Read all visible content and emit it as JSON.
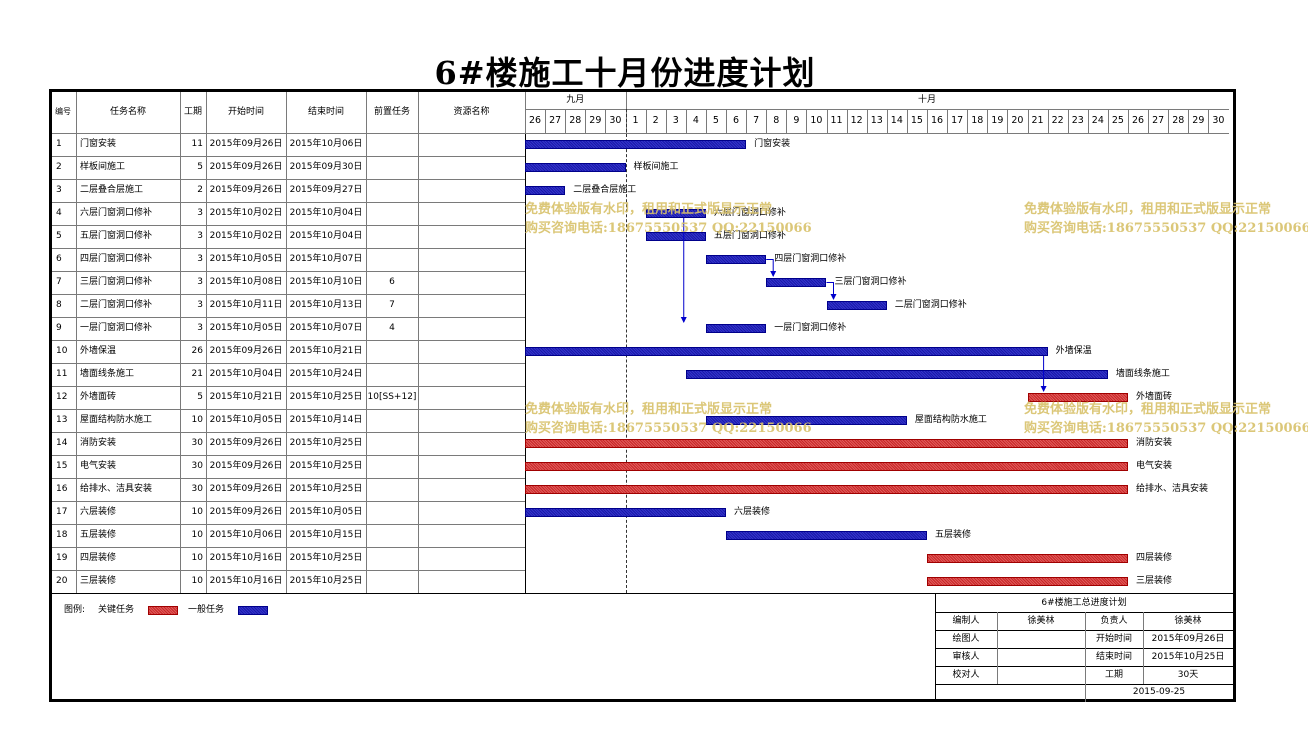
{
  "title": "6#楼施工十月份进度计划",
  "table": {
    "headers": {
      "id": "编号",
      "name": "任务名称",
      "dur": "工期",
      "start": "开始时间",
      "end": "结束时间",
      "pred": "前置任务",
      "res": "资源名称"
    },
    "rows": [
      {
        "id": "1",
        "name": "门窗安装",
        "dur": "11",
        "start": "2015年09月26日",
        "end": "2015年10月06日",
        "pred": "",
        "res": ""
      },
      {
        "id": "2",
        "name": "样板间施工",
        "dur": "5",
        "start": "2015年09月26日",
        "end": "2015年09月30日",
        "pred": "",
        "res": ""
      },
      {
        "id": "3",
        "name": "二层叠合层施工",
        "dur": "2",
        "start": "2015年09月26日",
        "end": "2015年09月27日",
        "pred": "",
        "res": ""
      },
      {
        "id": "4",
        "name": "六层门窗洞口修补",
        "dur": "3",
        "start": "2015年10月02日",
        "end": "2015年10月04日",
        "pred": "",
        "res": ""
      },
      {
        "id": "5",
        "name": "五层门窗洞口修补",
        "dur": "3",
        "start": "2015年10月02日",
        "end": "2015年10月04日",
        "pred": "",
        "res": ""
      },
      {
        "id": "6",
        "name": "四层门窗洞口修补",
        "dur": "3",
        "start": "2015年10月05日",
        "end": "2015年10月07日",
        "pred": "",
        "res": ""
      },
      {
        "id": "7",
        "name": "三层门窗洞口修补",
        "dur": "3",
        "start": "2015年10月08日",
        "end": "2015年10月10日",
        "pred": "6",
        "res": ""
      },
      {
        "id": "8",
        "name": "二层门窗洞口修补",
        "dur": "3",
        "start": "2015年10月11日",
        "end": "2015年10月13日",
        "pred": "7",
        "res": ""
      },
      {
        "id": "9",
        "name": "一层门窗洞口修补",
        "dur": "3",
        "start": "2015年10月05日",
        "end": "2015年10月07日",
        "pred": "4",
        "res": ""
      },
      {
        "id": "10",
        "name": "外墙保温",
        "dur": "26",
        "start": "2015年09月26日",
        "end": "2015年10月21日",
        "pred": "",
        "res": ""
      },
      {
        "id": "11",
        "name": "墙面线条施工",
        "dur": "21",
        "start": "2015年10月04日",
        "end": "2015年10月24日",
        "pred": "",
        "res": ""
      },
      {
        "id": "12",
        "name": "外墙面砖",
        "dur": "5",
        "start": "2015年10月21日",
        "end": "2015年10月25日",
        "pred": "10[SS+12]",
        "res": ""
      },
      {
        "id": "13",
        "name": "屋面结构防水施工",
        "dur": "10",
        "start": "2015年10月05日",
        "end": "2015年10月14日",
        "pred": "",
        "res": ""
      },
      {
        "id": "14",
        "name": "消防安装",
        "dur": "30",
        "start": "2015年09月26日",
        "end": "2015年10月25日",
        "pred": "",
        "res": ""
      },
      {
        "id": "15",
        "name": "电气安装",
        "dur": "30",
        "start": "2015年09月26日",
        "end": "2015年10月25日",
        "pred": "",
        "res": ""
      },
      {
        "id": "16",
        "name": "给排水、洁具安装",
        "dur": "30",
        "start": "2015年09月26日",
        "end": "2015年10月25日",
        "pred": "",
        "res": ""
      },
      {
        "id": "17",
        "name": "六层装修",
        "dur": "10",
        "start": "2015年09月26日",
        "end": "2015年10月05日",
        "pred": "",
        "res": ""
      },
      {
        "id": "18",
        "name": "五层装修",
        "dur": "10",
        "start": "2015年10月06日",
        "end": "2015年10月15日",
        "pred": "",
        "res": ""
      },
      {
        "id": "19",
        "name": "四层装修",
        "dur": "10",
        "start": "2015年10月16日",
        "end": "2015年10月25日",
        "pred": "",
        "res": ""
      },
      {
        "id": "20",
        "name": "三层装修",
        "dur": "10",
        "start": "2015年10月16日",
        "end": "2015年10月25日",
        "pred": "",
        "res": ""
      }
    ]
  },
  "timeline": {
    "months": [
      {
        "label": "九月",
        "days": [
          "26",
          "27",
          "28",
          "29",
          "30"
        ]
      },
      {
        "label": "十月",
        "days": [
          "1",
          "2",
          "3",
          "4",
          "5",
          "6",
          "7",
          "8",
          "9",
          "10",
          "11",
          "12",
          "13",
          "14",
          "15",
          "16",
          "17",
          "18",
          "19",
          "20",
          "21",
          "22",
          "23",
          "24",
          "25",
          "26",
          "27",
          "28",
          "29",
          "30"
        ]
      }
    ],
    "today_day_index": 5
  },
  "chart_data": {
    "type": "gantt",
    "title": "6#楼施工十月份进度计划",
    "x_axis_start": "2015-09-26",
    "x_axis_end": "2015-10-30",
    "tasks": [
      {
        "name": "门窗安装",
        "start": "2015-09-26",
        "end": "2015-10-06",
        "critical": false
      },
      {
        "name": "样板间施工",
        "start": "2015-09-26",
        "end": "2015-09-30",
        "critical": false
      },
      {
        "name": "二层叠合层施工",
        "start": "2015-09-26",
        "end": "2015-09-27",
        "critical": false
      },
      {
        "name": "六层门窗洞口修补",
        "start": "2015-10-02",
        "end": "2015-10-04",
        "critical": false
      },
      {
        "name": "五层门窗洞口修补",
        "start": "2015-10-02",
        "end": "2015-10-04",
        "critical": false
      },
      {
        "name": "四层门窗洞口修补",
        "start": "2015-10-05",
        "end": "2015-10-07",
        "critical": false
      },
      {
        "name": "三层门窗洞口修补",
        "start": "2015-10-08",
        "end": "2015-10-10",
        "critical": false
      },
      {
        "name": "二层门窗洞口修补",
        "start": "2015-10-11",
        "end": "2015-10-13",
        "critical": false
      },
      {
        "name": "一层门窗洞口修补",
        "start": "2015-10-05",
        "end": "2015-10-07",
        "critical": false
      },
      {
        "name": "外墙保温",
        "start": "2015-09-26",
        "end": "2015-10-21",
        "critical": false
      },
      {
        "name": "墙面线条施工",
        "start": "2015-10-04",
        "end": "2015-10-24",
        "critical": false
      },
      {
        "name": "外墙面砖",
        "start": "2015-10-21",
        "end": "2015-10-25",
        "critical": true
      },
      {
        "name": "屋面结构防水施工",
        "start": "2015-10-05",
        "end": "2015-10-14",
        "critical": false
      },
      {
        "name": "消防安装",
        "start": "2015-09-26",
        "end": "2015-10-25",
        "critical": true
      },
      {
        "name": "电气安装",
        "start": "2015-09-26",
        "end": "2015-10-25",
        "critical": true
      },
      {
        "name": "给排水、洁具安装",
        "start": "2015-09-26",
        "end": "2015-10-25",
        "critical": true
      },
      {
        "name": "六层装修",
        "start": "2015-09-26",
        "end": "2015-10-05",
        "critical": false
      },
      {
        "name": "五层装修",
        "start": "2015-10-06",
        "end": "2015-10-15",
        "critical": false
      },
      {
        "name": "四层装修",
        "start": "2015-10-16",
        "end": "2015-10-25",
        "critical": true
      },
      {
        "name": "三层装修",
        "start": "2015-10-16",
        "end": "2015-10-25",
        "critical": true
      }
    ],
    "links": [
      {
        "from": 4,
        "to": 9
      },
      {
        "from": 6,
        "to": 7
      },
      {
        "from": 7,
        "to": 8
      },
      {
        "from": 10,
        "to": 12
      }
    ],
    "colors": {
      "general": "#2a2ab8",
      "critical": "#d23c3c"
    }
  },
  "legend": {
    "label": "图例:",
    "critical": "关键任务",
    "general": "一般任务"
  },
  "watermark": {
    "line1": "免费体验版有水印，租用和正式版显示正常",
    "line2": "购买咨询电话:18675550537 QQ:22150066"
  },
  "info": {
    "title": "6#楼施工总进度计划",
    "rows": [
      [
        "编制人",
        "徐美林",
        "负责人",
        "徐美林"
      ],
      [
        "绘图人",
        "",
        "开始时间",
        "2015年09月26日"
      ],
      [
        "审核人",
        "",
        "结束时间",
        "2015年10月25日"
      ],
      [
        "校对人",
        "",
        "工期",
        "30天"
      ]
    ],
    "date": "2015-09-25"
  }
}
